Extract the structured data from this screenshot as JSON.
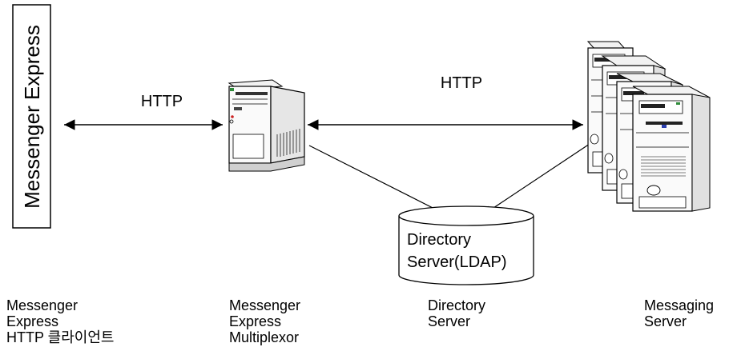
{
  "client_box_label": "Messenger Express",
  "protocol_left": "HTTP",
  "protocol_right": "HTTP",
  "directory_cylinder": {
    "line1": "Directory",
    "line2": "Server(LDAP)"
  },
  "captions": {
    "client": [
      "Messenger",
      "Express",
      "HTTP 클라이언트"
    ],
    "multiplexor": [
      "Messenger",
      "Express",
      "Multiplexor"
    ],
    "directory": [
      "Directory",
      "Server"
    ],
    "messaging": [
      "Messaging",
      "Server"
    ]
  },
  "icons": {
    "multiplexor": "server-tower-icon",
    "messaging": "server-stack-icon",
    "directory": "database-cylinder-icon"
  }
}
